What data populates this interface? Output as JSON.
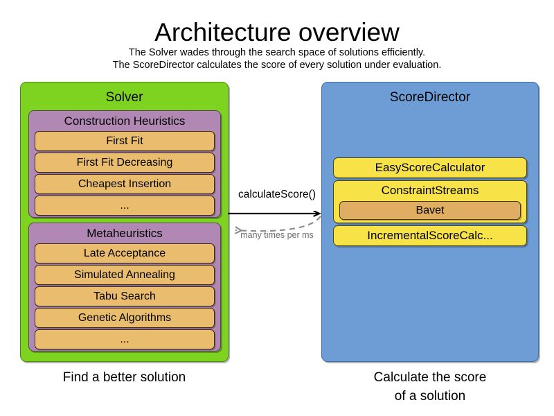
{
  "header": {
    "title": "Architecture overview",
    "subtitle_line1": "The Solver wades through the search space of solutions efficiently.",
    "subtitle_line2": "The ScoreDirector calculates the score of every solution under evaluation."
  },
  "solver": {
    "title": "Solver",
    "caption": "Find a better solution",
    "groups": [
      {
        "title": "Construction Heuristics",
        "items": [
          "First Fit",
          "First Fit Decreasing",
          "Cheapest Insertion",
          "..."
        ]
      },
      {
        "title": "Metaheuristics",
        "items": [
          "Late Acceptance",
          "Simulated Annealing",
          "Tabu Search",
          "Genetic Algorithms",
          "..."
        ]
      }
    ]
  },
  "score_director": {
    "title": "ScoreDirector",
    "caption_line1": "Calculate the score",
    "caption_line2": "of a solution",
    "calculators": [
      {
        "label": "EasyScoreCalculator",
        "child": null
      },
      {
        "label": "ConstraintStreams",
        "child": "Bavet"
      },
      {
        "label": "IncrementalScoreCalc...",
        "child": null
      }
    ]
  },
  "arrows": {
    "forward_label": "calculateScore()",
    "backward_label": "many times per ms"
  },
  "colors": {
    "solver_panel": "#7ed321",
    "score_director_panel": "#6d9dd4",
    "group": "#b187b4",
    "item": "#e9bc6e",
    "calculator": "#f7e248",
    "sub_item": "#e0ae63",
    "arrow_forward": "#000000",
    "arrow_backward": "#8a8a8a",
    "text": "#000000"
  }
}
